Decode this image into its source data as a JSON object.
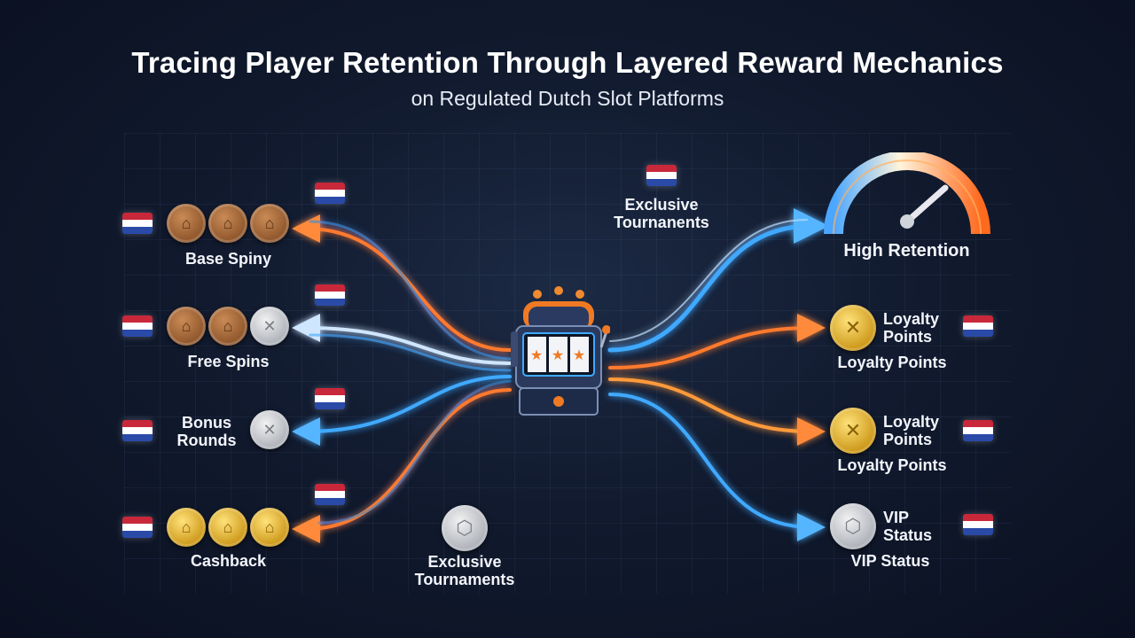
{
  "title": "Tracing Player Retention Through Layered Reward Mechanics",
  "subtitle": "on Regulated Dutch Slot Platforms",
  "left_nodes": [
    {
      "label": "Base Spiny"
    },
    {
      "label": "Free Spins"
    },
    {
      "label": "Bonus\nRounds"
    },
    {
      "label": "Cashback"
    }
  ],
  "bottom_node": {
    "label": "Exclusive\nTournaments"
  },
  "top_node": {
    "label": "Exclusive\nTournanents"
  },
  "right_nodes": [
    {
      "label": "High Retention"
    },
    {
      "inline": "Loyalty\nPoints",
      "label": "Loyalty Points"
    },
    {
      "inline": "Loyalty\nPoints",
      "label": "Loyalty Points"
    },
    {
      "inline": "VIP\nStatus",
      "label": "VIP Status"
    }
  ],
  "colors": {
    "blue": "#3fa9ff",
    "orange": "#ff7a2e",
    "light": "#bfe0ff"
  },
  "icons": [
    "netherlands-flag-icon",
    "coin-icon",
    "slot-machine-icon",
    "gauge-icon"
  ]
}
